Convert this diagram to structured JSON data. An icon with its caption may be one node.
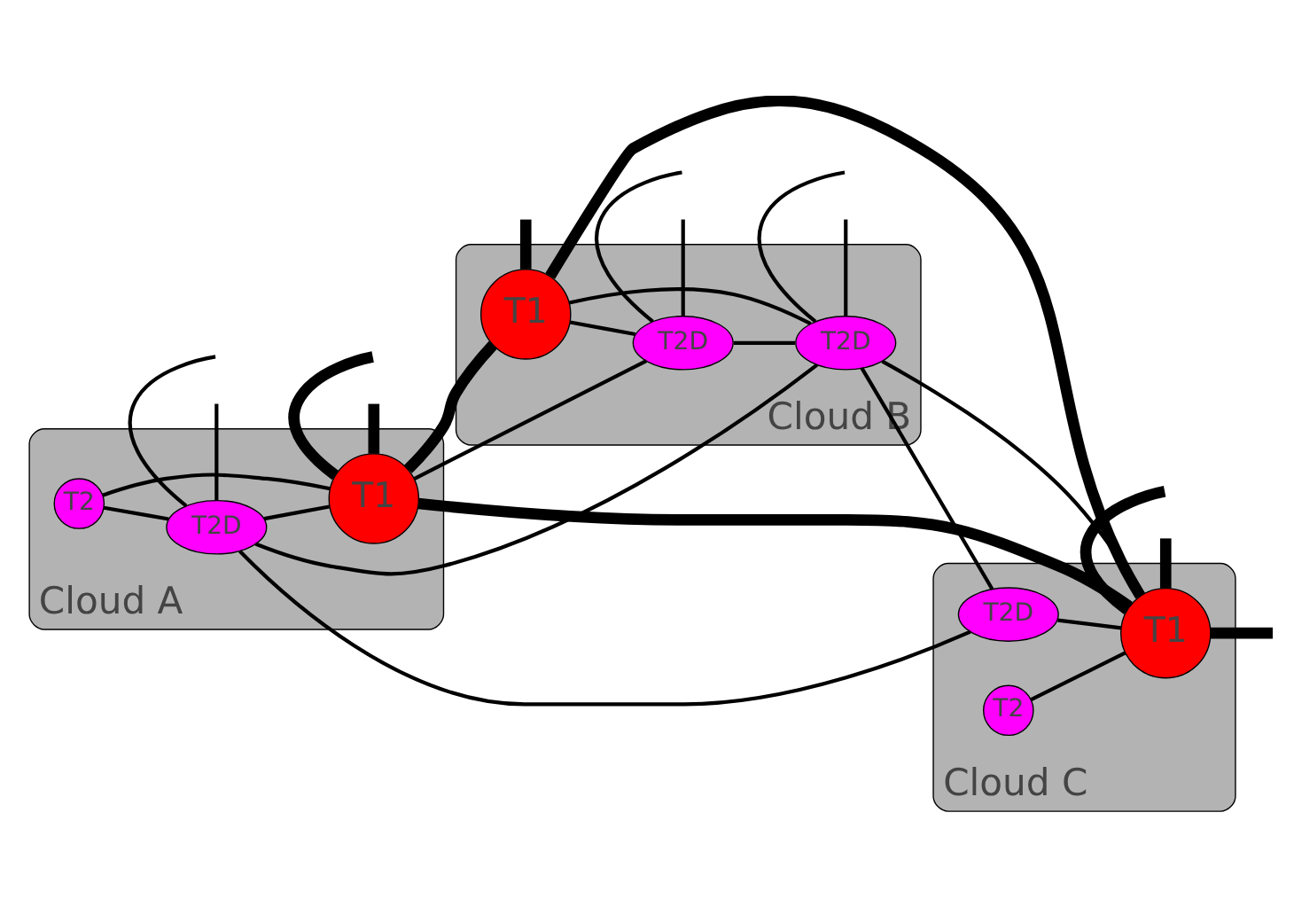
{
  "diagram": {
    "nodes": [
      {
        "text": [
          "Cloud A"
        ]
      },
      {
        "text": [
          "T2"
        ],
        "in": 0
      },
      {
        "text": [
          "T1"
        ],
        "in": 0
      },
      {
        "text": [
          "T2D"
        ],
        "in": 0
      },
      {
        "text": [
          "Cloud B"
        ]
      },
      {
        "text": [
          "T1"
        ],
        "in": 4
      },
      {
        "text": [
          "T2D"
        ],
        "in": 4
      },
      {
        "text": [
          "T2D"
        ],
        "in": 4
      },
      {
        "text": [
          "Cloud C"
        ]
      },
      {
        "text": [
          "T2D"
        ],
        "in": 8
      },
      {
        "text": [
          "T1"
        ],
        "in": 8
      },
      {
        "text": [
          "T2"
        ],
        "in": 8
      }
    ],
    "edges": [
      {
        "from": 1,
        "to": 2,
        "arrow": "none"
      },
      {
        "from": 1,
        "to": 3,
        "arrow": "none"
      },
      {
        "from": 3,
        "to": 2,
        "arrow": "none"
      },
      {
        "from": 2,
        "to": null,
        "arrow": "none",
        "style": "thick"
      },
      {
        "from": 2,
        "to": null,
        "arrow": "none",
        "style": "thick"
      },
      {
        "from": 3,
        "to": null,
        "arrow": "none"
      },
      {
        "from": 3,
        "to": null,
        "arrow": "none"
      },
      {
        "from": 2,
        "to": 5,
        "arrow": "none",
        "style": "thick"
      },
      {
        "from": 2,
        "to": 6,
        "arrow": "none"
      },
      {
        "from": 3,
        "to": 7,
        "arrow": "none"
      },
      {
        "from": 2,
        "to": 10,
        "arrow": "none",
        "style": "thick"
      },
      {
        "from": 3,
        "to": 9,
        "arrow": "none"
      },
      {
        "from": 5,
        "to": null,
        "arrow": "none",
        "style": "thick"
      },
      {
        "from": 5,
        "to": 6,
        "arrow": "none"
      },
      {
        "from": 5,
        "to": 7,
        "arrow": "none"
      },
      {
        "from": 6,
        "to": 7,
        "arrow": "none"
      },
      {
        "from": 6,
        "to": null,
        "arrow": "none"
      },
      {
        "from": 6,
        "to": null,
        "arrow": "none"
      },
      {
        "from": 7,
        "to": null,
        "arrow": "none"
      },
      {
        "from": 7,
        "to": null,
        "arrow": "none"
      },
      {
        "from": 5,
        "to": 10,
        "arrow": "none",
        "style": "thick"
      },
      {
        "from": 7,
        "to": 9,
        "arrow": "none"
      },
      {
        "from": 7,
        "to": 10,
        "arrow": "none"
      },
      {
        "from": 9,
        "to": 10,
        "arrow": "none"
      },
      {
        "from": 11,
        "to": 10,
        "arrow": "none"
      },
      {
        "from": 10,
        "to": null,
        "arrow": "none",
        "style": "thick"
      },
      {
        "from": 10,
        "to": null,
        "arrow": "none",
        "style": "thick"
      },
      {
        "from": 10,
        "to": null,
        "arrow": "none",
        "style": "thick"
      }
    ]
  }
}
